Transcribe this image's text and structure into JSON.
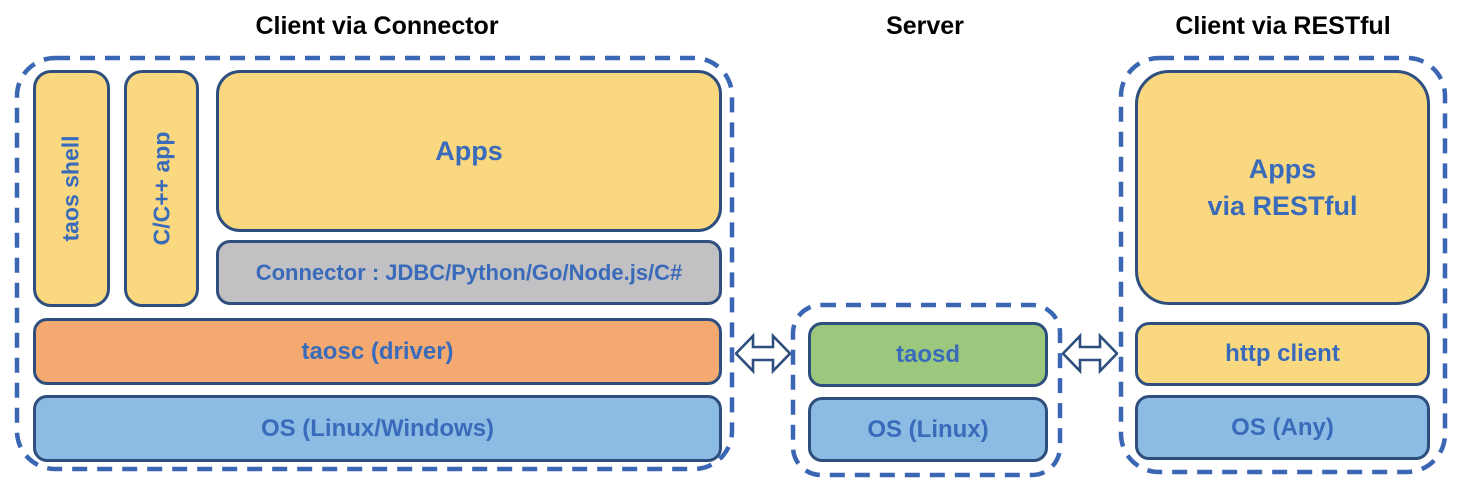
{
  "diagram": {
    "sections": {
      "client_connector": {
        "title": "Client via Connector",
        "taos_shell": "taos shell",
        "cpp_app": "C/C++ app",
        "apps": "Apps",
        "connector": "Connector : JDBC/Python/Go/Node.js/C#",
        "taosc": "taosc (driver)",
        "os": "OS (Linux/Windows)"
      },
      "server": {
        "title": "Server",
        "taosd": "taosd",
        "os": "OS (Linux)"
      },
      "client_restful": {
        "title": "Client via RESTful",
        "apps": "Apps\nvia RESTful",
        "http_client": "http client",
        "os": "OS (Any)"
      }
    },
    "icons": {
      "left_link": "double-headed-arrow",
      "right_link": "double-headed-arrow"
    },
    "colors": {
      "app_yellow": "#FAD880",
      "connector_gray": "#C1C0C2",
      "driver_orange": "#F4A970",
      "server_green": "#9CC87E",
      "os_blue": "#8CBCE4",
      "box_border": "#2E4E7E",
      "dashed_border": "#3A66B4",
      "label_text": "#3A6BBB",
      "title_text": "#000000"
    }
  }
}
